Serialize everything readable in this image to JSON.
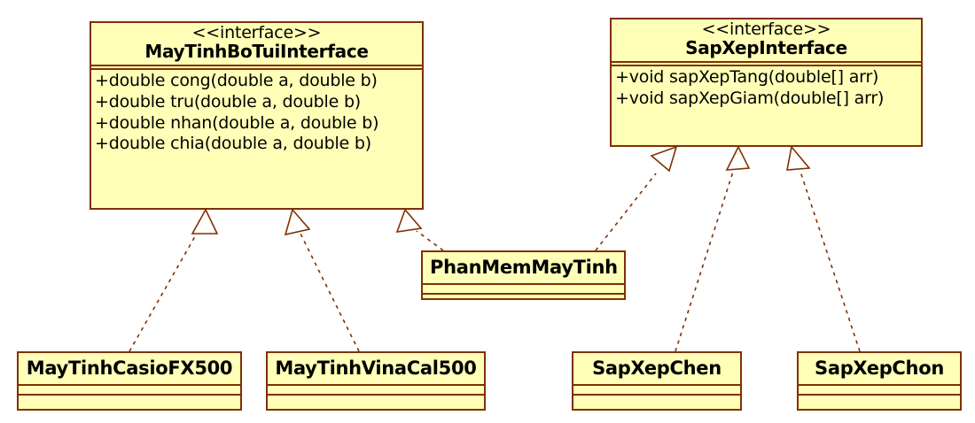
{
  "diagram": {
    "kind": "uml-class-diagram",
    "colors": {
      "box_fill": "#ffffb8",
      "box_border": "#803000",
      "edge_line": "#803000",
      "arrowhead_fill": "#ffffff",
      "background": "#ffffff",
      "text": "#000000"
    },
    "classes": [
      {
        "id": "maytinhbotui",
        "stereotype": "<<interface>>",
        "name": "MayTinhBoTuiInterface",
        "methods": [
          "+double cong(double a, double b)",
          "+double tru(double a, double b)",
          "+double nhan(double a, double b)",
          "+double chia(double a, double b)"
        ]
      },
      {
        "id": "sapxep",
        "stereotype": "<<interface>>",
        "name": "SapXepInterface",
        "methods": [
          "+void sapXepTang(double[] arr)",
          "+void sapXepGiam(double[] arr)"
        ]
      },
      {
        "id": "phanmem",
        "stereotype": "",
        "name": "PhanMemMayTinh",
        "methods": []
      },
      {
        "id": "casio",
        "stereotype": "",
        "name": "MayTinhCasioFX500",
        "methods": []
      },
      {
        "id": "vinacal",
        "stereotype": "",
        "name": "MayTinhVinaCal500",
        "methods": []
      },
      {
        "id": "chen",
        "stereotype": "",
        "name": "SapXepChen",
        "methods": []
      },
      {
        "id": "chon",
        "stereotype": "",
        "name": "SapXepChon",
        "methods": []
      }
    ],
    "relationships": [
      {
        "from": "casio",
        "to": "maytinhbotui",
        "type": "realization",
        "line": "dotted",
        "arrowhead": "hollow-triangle"
      },
      {
        "from": "vinacal",
        "to": "maytinhbotui",
        "type": "realization",
        "line": "dotted",
        "arrowhead": "hollow-triangle"
      },
      {
        "from": "phanmem",
        "to": "maytinhbotui",
        "type": "realization",
        "line": "dotted",
        "arrowhead": "hollow-triangle"
      },
      {
        "from": "phanmem",
        "to": "sapxep",
        "type": "realization",
        "line": "dotted",
        "arrowhead": "hollow-triangle"
      },
      {
        "from": "chen",
        "to": "sapxep",
        "type": "realization",
        "line": "dotted",
        "arrowhead": "hollow-triangle"
      },
      {
        "from": "chon",
        "to": "sapxep",
        "type": "realization",
        "line": "dotted",
        "arrowhead": "hollow-triangle"
      }
    ]
  }
}
